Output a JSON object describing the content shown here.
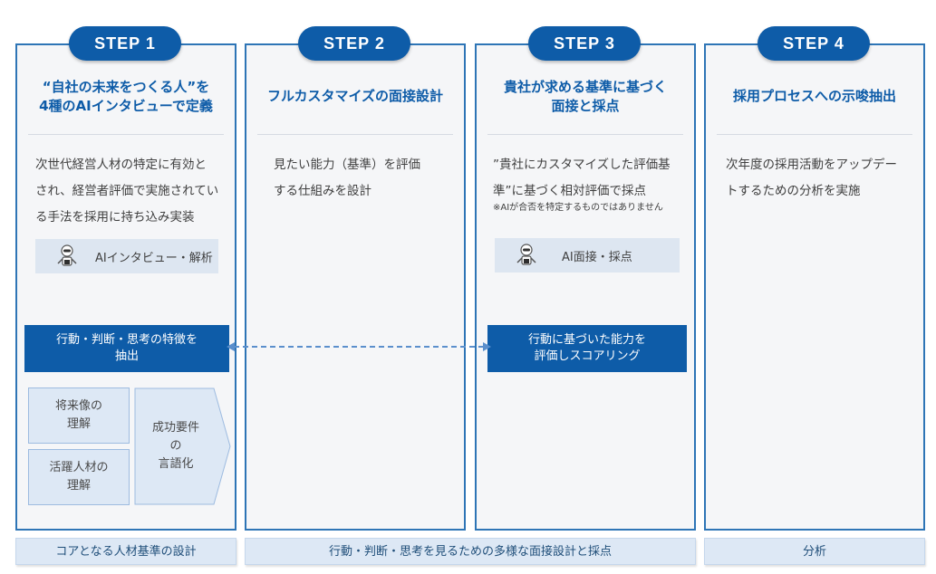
{
  "steps": [
    {
      "label": "STEP 1",
      "title_line1": "“自社の未来をつくる人”を",
      "title_line2": "4種のAIインタビューで定義",
      "desc_lines": [
        "次世代経営人材の特定に有効と",
        "され、経営者評価で実施されてい",
        "る手法を採用に持ち込み実装"
      ],
      "tool": "AIインタビュー・解析",
      "action_line1": "行動・判断・思考の特徴を",
      "action_line2": "抽出",
      "sub_items": [
        {
          "line1": "将来像の",
          "line2": "理解"
        },
        {
          "line1": "活躍人材の",
          "line2": "理解"
        }
      ],
      "result_lines": [
        "成功要件",
        "の",
        "言語化"
      ]
    },
    {
      "label": "STEP 2",
      "title_line1": "フルカスタマイズの面接設計",
      "desc_lines": [
        "見たい能力（基準）を評価",
        "する仕組みを設計"
      ]
    },
    {
      "label": "STEP 3",
      "title_line1": "貴社が求める基準に基づく",
      "title_line2": "面接と採点",
      "desc_lines": [
        "”貴社にカスタマイズした評価基",
        "準”に基づく相対評価で採点"
      ],
      "note": "※AIが合否を特定するものではありません",
      "tool": "AI面接・採点",
      "action_line1": "行動に基づいた能力を",
      "action_line2": "評価しスコアリング"
    },
    {
      "label": "STEP 4",
      "title_line1": "採用プロセスへの示唆抽出",
      "desc_lines": [
        "次年度の採用活動をアップデー",
        "トするための分析を実施"
      ]
    }
  ],
  "footers": {
    "core": "コアとなる人材基準の設計",
    "interview": "行動・判断・思考を見るための多様な面接設計と採点",
    "analysis": "分析"
  },
  "colors": {
    "accent": "#0e5ca8",
    "border": "#2e75b6",
    "light": "#dde8f5"
  }
}
